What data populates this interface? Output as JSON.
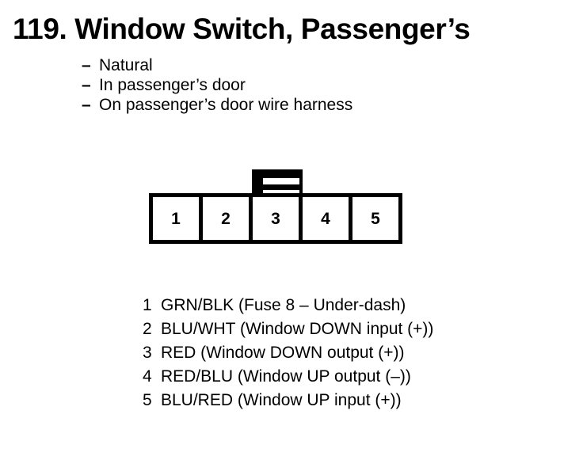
{
  "document": {
    "title": "119. Window Switch, Passenger’s",
    "item_number": "119.",
    "heading_text": "Window Switch, Passenger’s"
  },
  "bullets": [
    {
      "marker": "–",
      "text": "Natural"
    },
    {
      "marker": "–",
      "text": "In passenger’s door"
    },
    {
      "marker": "–",
      "text": "On passenger’s door wire harness"
    }
  ],
  "connector": {
    "name": "5-pin connector",
    "latch": {
      "name": "latch-tab",
      "slots": 2
    },
    "cells": [
      {
        "label": "1"
      },
      {
        "label": "2"
      },
      {
        "label": "3"
      },
      {
        "label": "4"
      },
      {
        "label": "5"
      }
    ]
  },
  "legend": [
    {
      "num": "1",
      "desc": "GRN/BLK (Fuse 8 – Under-dash)"
    },
    {
      "num": "2",
      "desc": "BLU/WHT (Window DOWN input (+))"
    },
    {
      "num": "3",
      "desc": "RED (Window DOWN output (+))"
    },
    {
      "num": "4",
      "desc": "RED/BLU (Window UP output (–))"
    },
    {
      "num": "5",
      "desc": "BLU/RED (Window UP input (+))"
    }
  ],
  "colors": {
    "ink": "#000000",
    "paper": "#ffffff"
  }
}
